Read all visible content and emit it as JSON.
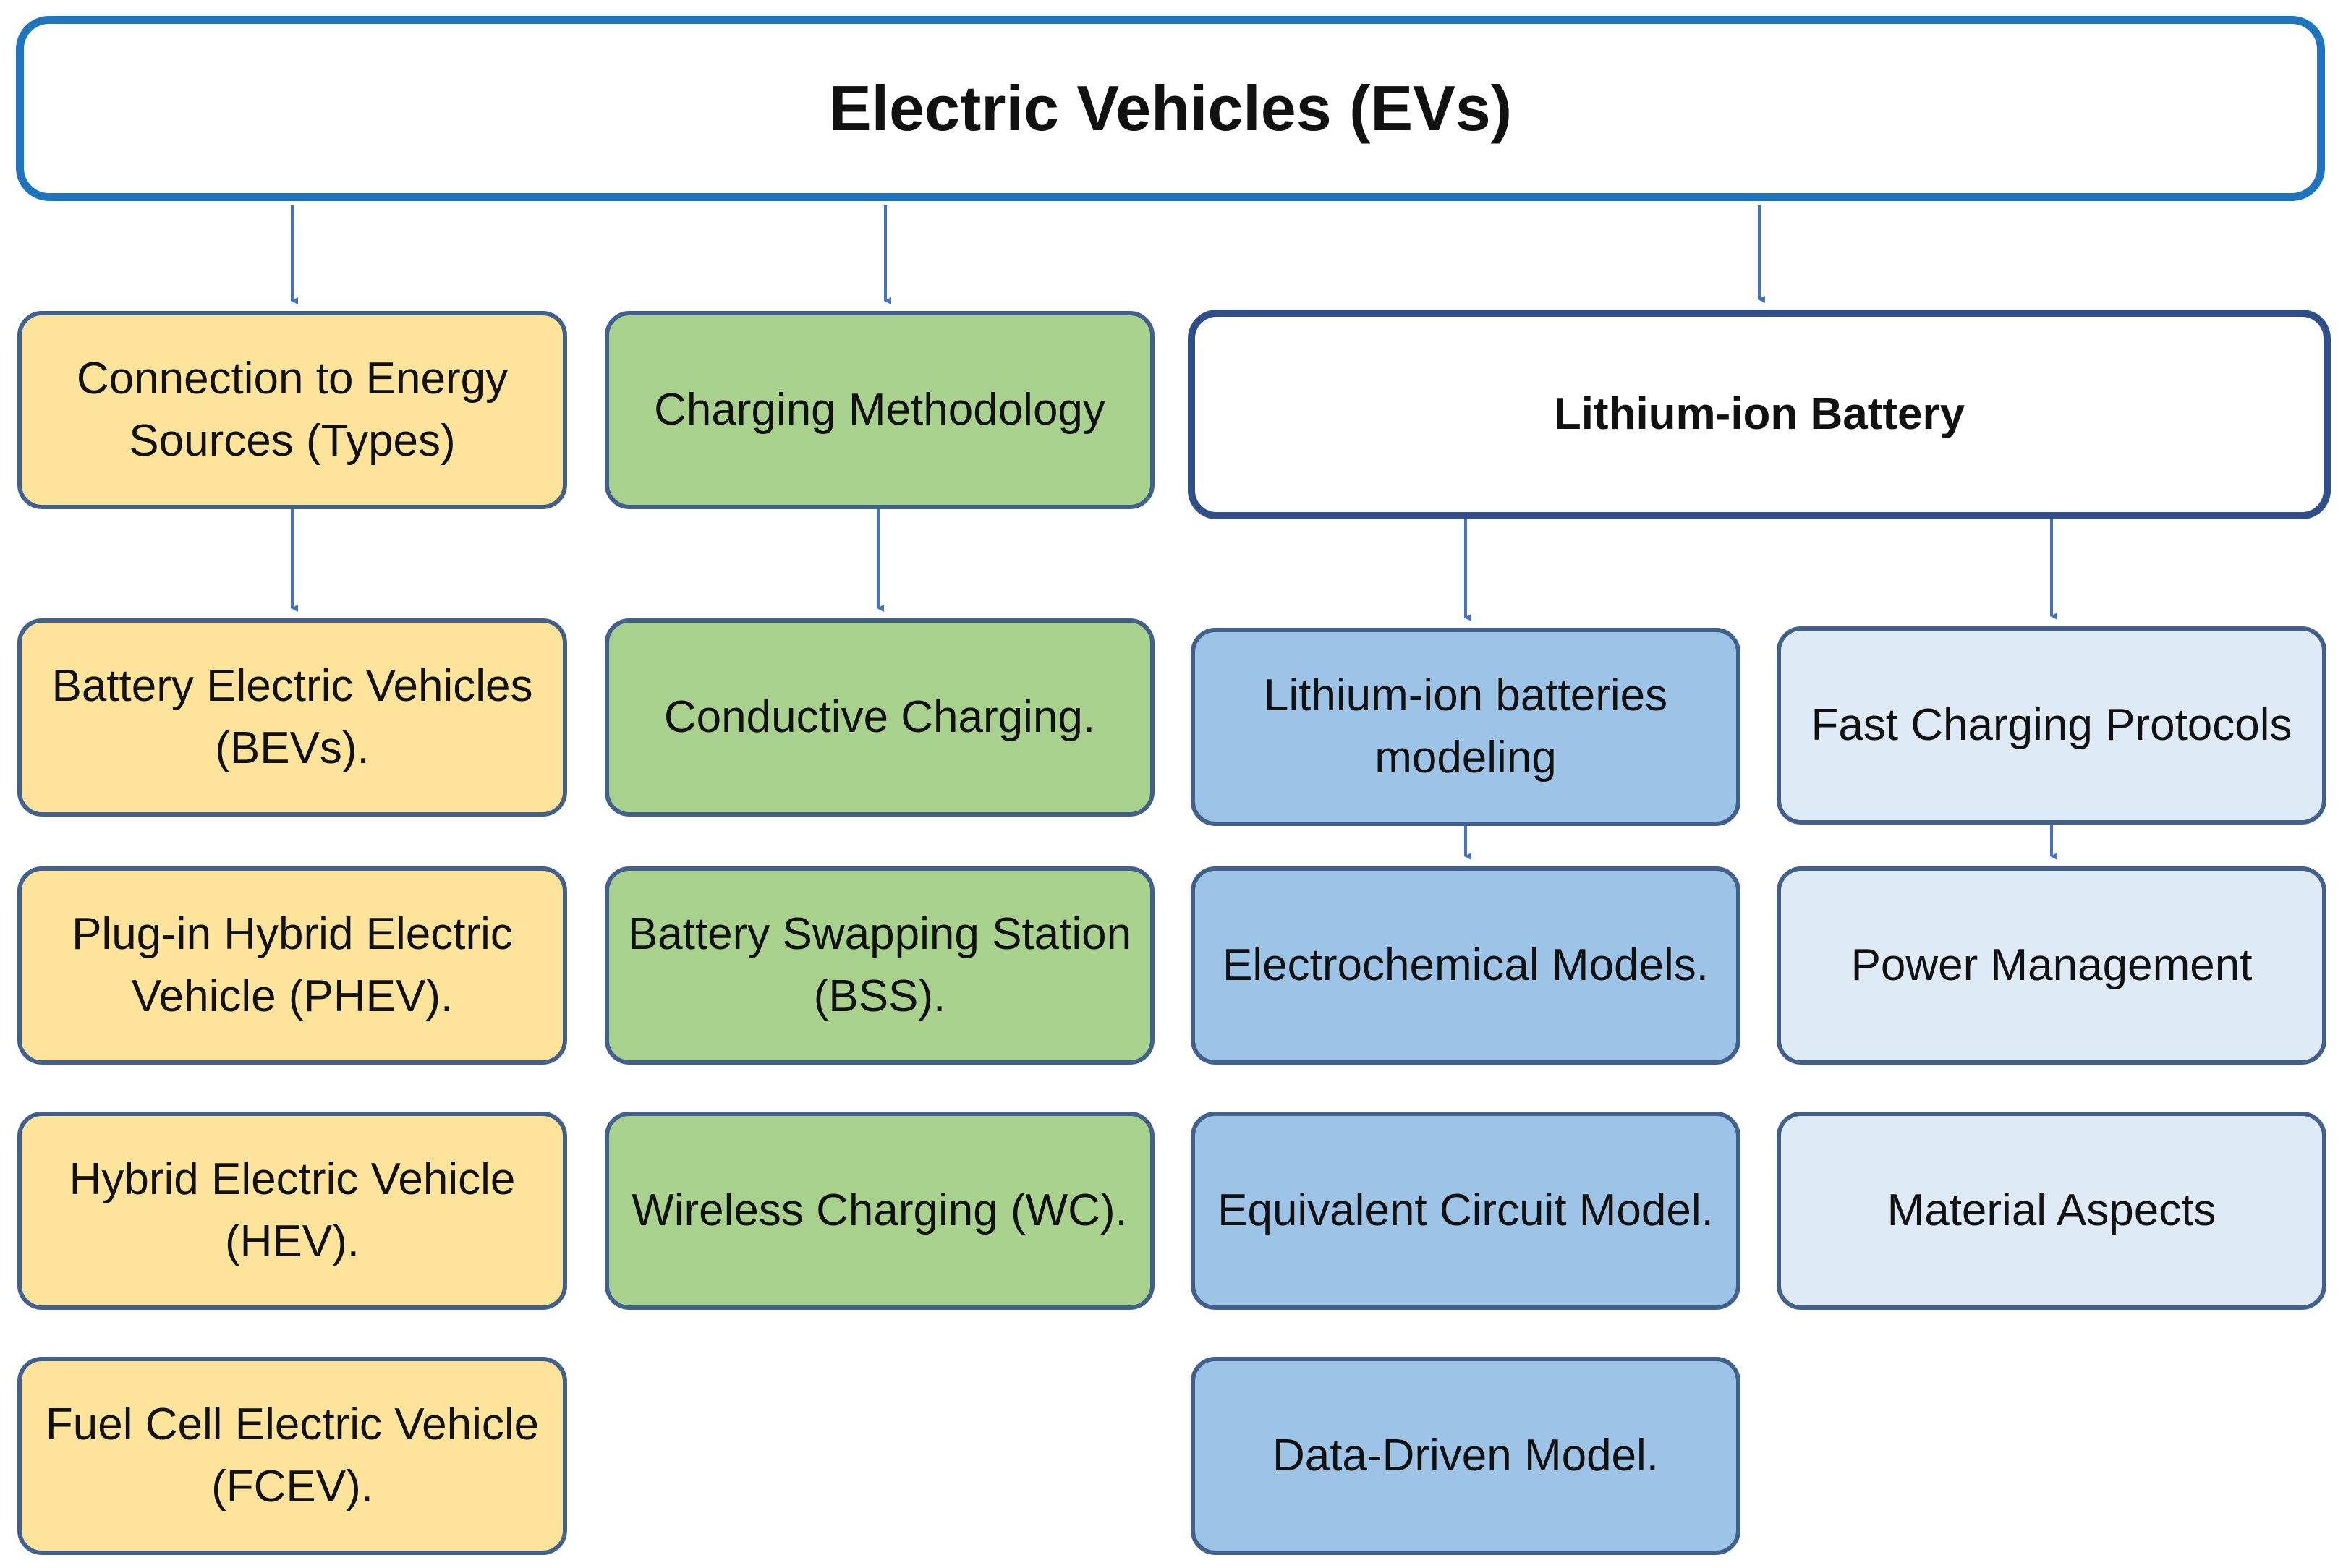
{
  "root": "Electric Vehicles (EVs)",
  "columns": {
    "types": {
      "header": "Connection to Energy Sources (Types)",
      "items": [
        "Battery Electric Vehicles (BEVs).",
        "Plug-in Hybrid Electric Vehicle (PHEV).",
        "Hybrid Electric Vehicle (HEV).",
        "Fuel Cell Electric Vehicle (FCEV)."
      ]
    },
    "charging": {
      "header": "Charging Methodology",
      "items": [
        "Conductive Charging.",
        "Battery Swapping Station (BSS).",
        "Wireless Charging (WC)."
      ]
    },
    "battery": {
      "header": "Lithium-ion Battery",
      "modeling": {
        "header": "Lithium-ion batteries modeling",
        "items": [
          "Electrochemical Models.",
          "Equivalent Circuit Model.",
          "Data-Driven Model."
        ]
      },
      "fast_charging": {
        "header": "Fast Charging Protocols",
        "items": [
          "Power Management",
          "Material Aspects"
        ]
      }
    }
  },
  "colors": {
    "title_border": "#1f74c2",
    "battery_border": "#2f4e8a",
    "yellow_fill": "#fde49a",
    "green_fill": "#a9d18e",
    "blue_fill": "#9dc3e6",
    "light_blue_fill": "#deebf7",
    "box_border": "#41608d",
    "arrow": "#4472c4"
  }
}
